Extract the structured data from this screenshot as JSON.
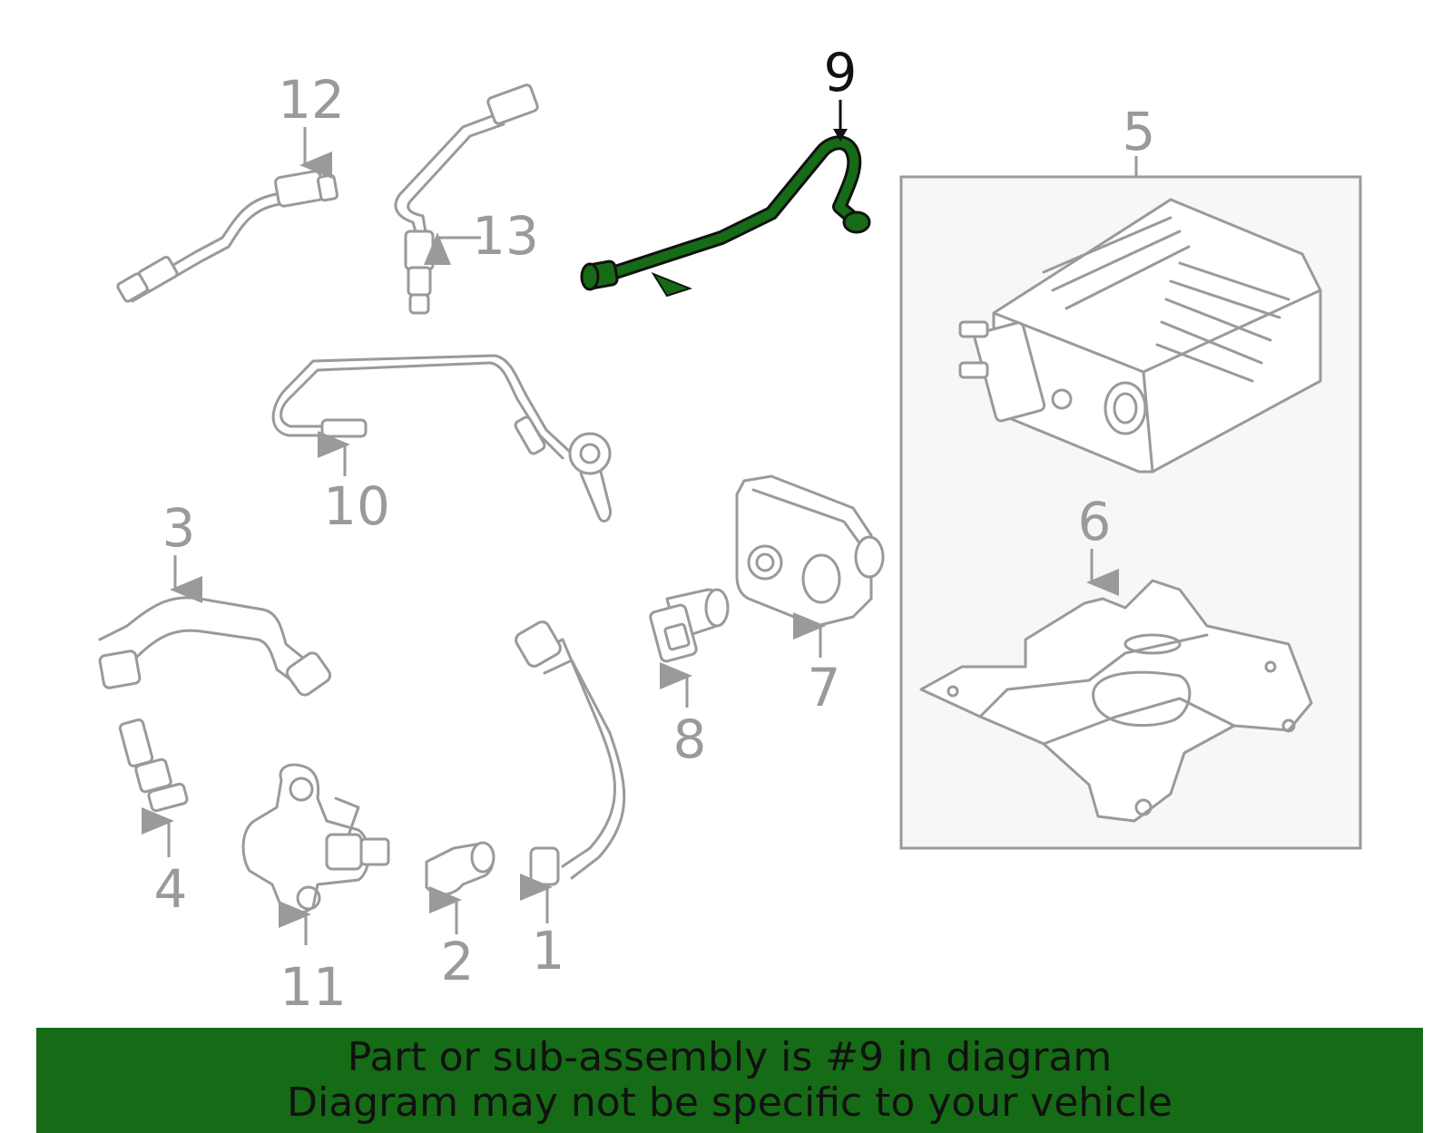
{
  "diagram": {
    "highlighted_part": "9",
    "highlight_color": "#166b16",
    "line_color": "#9a9a9a",
    "callouts": {
      "c1": "1",
      "c2": "2",
      "c3": "3",
      "c4": "4",
      "c5": "5",
      "c6": "6",
      "c7": "7",
      "c8": "8",
      "c9": "9",
      "c10": "10",
      "c11": "11",
      "c12": "12",
      "c13": "13"
    }
  },
  "banner": {
    "line1": "Part or sub-assembly is #9 in diagram",
    "line2": "Diagram may not be specific to your vehicle",
    "background": "#166b16"
  }
}
